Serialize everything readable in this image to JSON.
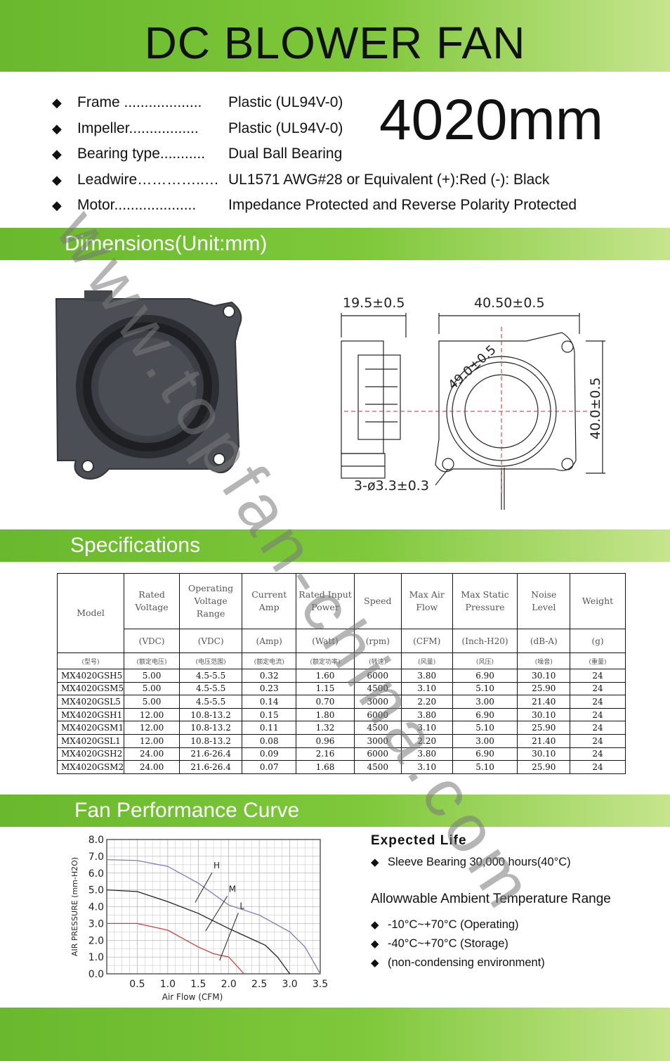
{
  "title": "DC BLOWER FAN",
  "size_label": "4020mm",
  "bullet_glyph": "◆",
  "features": [
    {
      "label": "Frame ...................",
      "value": "Plastic (UL94V-0)"
    },
    {
      "label": "Impeller.................",
      "value": "Plastic (UL94V-0)"
    },
    {
      "label": "Bearing type...........",
      "value": "Dual Ball Bearing"
    },
    {
      "label": "Leadwire…………..…",
      "value": "UL1571 AWG#28 or Equivalent  (+):Red (-): Black"
    },
    {
      "label": "Motor....................",
      "value": "Impedance Protected and Reverse Polarity Protected"
    }
  ],
  "sections": {
    "dimensions": "Dimensions(Unit:mm)",
    "specifications": "Specifications",
    "curve": "Fan Performance Curve"
  },
  "drawing": {
    "dim_depth": "19.5±0.5",
    "dim_width": "40.50±0.5",
    "dim_diag": "49.0±0.5",
    "dim_height": "40.0±0.5",
    "dim_holes": "3-ø3.3±0.3"
  },
  "spec_table": {
    "headers": [
      {
        "name": "Model",
        "lines": [
          "Model"
        ]
      },
      {
        "name": "Rated Voltage",
        "lines": [
          "Rated",
          "Voltage"
        ]
      },
      {
        "name": "Operating Voltage Range",
        "lines": [
          "Operating",
          "Voltage",
          "Range"
        ]
      },
      {
        "name": "Current Amp",
        "lines": [
          "Current",
          "Amp"
        ]
      },
      {
        "name": "Rated Input Power",
        "lines": [
          "Rated Input",
          "Power"
        ]
      },
      {
        "name": "Speed",
        "lines": [
          "Speed"
        ]
      },
      {
        "name": "Max Air Flow",
        "lines": [
          "Max Air",
          "Flow"
        ]
      },
      {
        "name": "Max Static Pressure",
        "lines": [
          "Max Static",
          "Pressure"
        ]
      },
      {
        "name": "Noise Level",
        "lines": [
          "Noise",
          "Level"
        ]
      },
      {
        "name": "Weight",
        "lines": [
          "Weight"
        ]
      }
    ],
    "units": [
      "(VDC)",
      "(VDC)",
      "(Amp)",
      "(Watt)",
      "(rpm)",
      "(CFM)",
      "(Inch-H20)",
      "(dB-A)",
      "(g)"
    ],
    "chinese": [
      "(型号)",
      "(额定电压)",
      "(电压范围)",
      "(额定电流)",
      "(额定功率)",
      "(转速)",
      "(风量)",
      "(风压)",
      "(噪音)",
      "(重量)"
    ],
    "rows": [
      [
        "MX4020GSH5",
        "5.00",
        "4.5-5.5",
        "0.32",
        "1.60",
        "6000",
        "3.80",
        "6.90",
        "30.10",
        "24"
      ],
      [
        "MX4020GSM5",
        "5.00",
        "4.5-5.5",
        "0.23",
        "1.15",
        "4500",
        "3.10",
        "5.10",
        "25.90",
        "24"
      ],
      [
        "MX4020GSL5",
        "5.00",
        "4.5-5.5",
        "0.14",
        "0.70",
        "3000",
        "2.20",
        "3.00",
        "21.40",
        "24"
      ],
      [
        "MX4020GSH1",
        "12.00",
        "10.8-13.2",
        "0.15",
        "1.80",
        "6000",
        "3.80",
        "6.90",
        "30.10",
        "24"
      ],
      [
        "MX4020GSM1",
        "12.00",
        "10.8-13.2",
        "0.11",
        "1.32",
        "4500",
        "3.10",
        "5.10",
        "25.90",
        "24"
      ],
      [
        "MX4020GSL1",
        "12.00",
        "10.8-13.2",
        "0.08",
        "0.96",
        "3000",
        "2.20",
        "3.00",
        "21.40",
        "24"
      ],
      [
        "MX4020GSH2",
        "24.00",
        "21.6-26.4",
        "0.09",
        "2.16",
        "6000",
        "3.80",
        "6.90",
        "30.10",
        "24"
      ],
      [
        "MX4020GSM2",
        "24.00",
        "21.6-26.4",
        "0.07",
        "1.68",
        "4500",
        "3.10",
        "5.10",
        "25.90",
        "24"
      ]
    ]
  },
  "chart_data": {
    "type": "line",
    "xlabel": "Air Flow (CFM)",
    "ylabel": "AIR PRESSURE (mm-H2O)",
    "xlim": [
      0,
      3.5
    ],
    "ylim": [
      0,
      8.0
    ],
    "x_ticks": [
      "0.5",
      "1.0",
      "1.5",
      "2.0",
      "2.5",
      "3.0",
      "3.5"
    ],
    "y_ticks": [
      "0.0",
      "1.0",
      "2.0",
      "3.0",
      "4.0",
      "5.0",
      "6.0",
      "7.0",
      "8.0"
    ],
    "grid": true,
    "series": [
      {
        "name": "H",
        "color": "#7a7fb8",
        "x": [
          0,
          0.5,
          1.0,
          1.5,
          2.0,
          2.5,
          3.0,
          3.25,
          3.5
        ],
        "y": [
          6.8,
          6.75,
          6.4,
          5.4,
          4.1,
          3.5,
          2.5,
          1.6,
          0.0
        ]
      },
      {
        "name": "M",
        "color": "#222222",
        "x": [
          0,
          0.5,
          1.0,
          1.5,
          2.0,
          2.3,
          2.6,
          2.8,
          3.0
        ],
        "y": [
          5.0,
          4.9,
          4.3,
          3.6,
          2.7,
          2.2,
          1.7,
          1.0,
          0.0
        ]
      },
      {
        "name": "L",
        "color": "#d04040",
        "x": [
          0,
          0.5,
          1.0,
          1.5,
          1.75,
          2.0,
          2.25
        ],
        "y": [
          3.0,
          3.0,
          2.6,
          1.6,
          1.2,
          1.0,
          0.0
        ]
      }
    ]
  },
  "life": {
    "title": "Expected Life",
    "item": "Sleeve Bearing 30,000 hours(40°C)"
  },
  "temperature": {
    "title": "Allowwable Ambient Temperature Range",
    "items": [
      "-10°C~+70°C (Operating)",
      "-40°C~+70°C (Storage)",
      "(non-condensing environment)"
    ]
  },
  "watermark": "www.topfan-china.com"
}
